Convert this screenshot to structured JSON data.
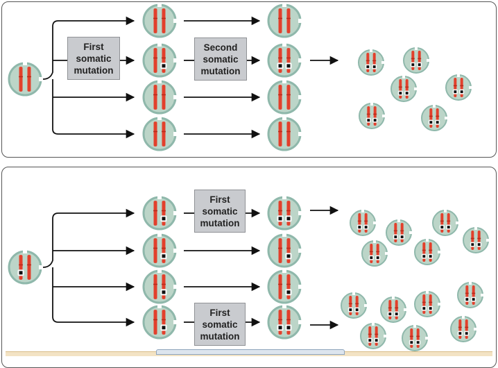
{
  "labels": {
    "top_first": "First\nsomatic\nmutation",
    "top_second": "Second\nsomatic\nmutation",
    "bottom_first_a": "First\nsomatic\nmutation",
    "bottom_first_b": "First\nsomatic\nmutation"
  },
  "colors": {
    "cell_fill": "#bcd5c8",
    "cell_border": "#8fb8ab",
    "chromosome": "#e2402c",
    "mutation_mark": "#111111",
    "mutation_halo": "#ffffff",
    "label_box": "#c9cbcf",
    "arrow": "#111111"
  }
}
